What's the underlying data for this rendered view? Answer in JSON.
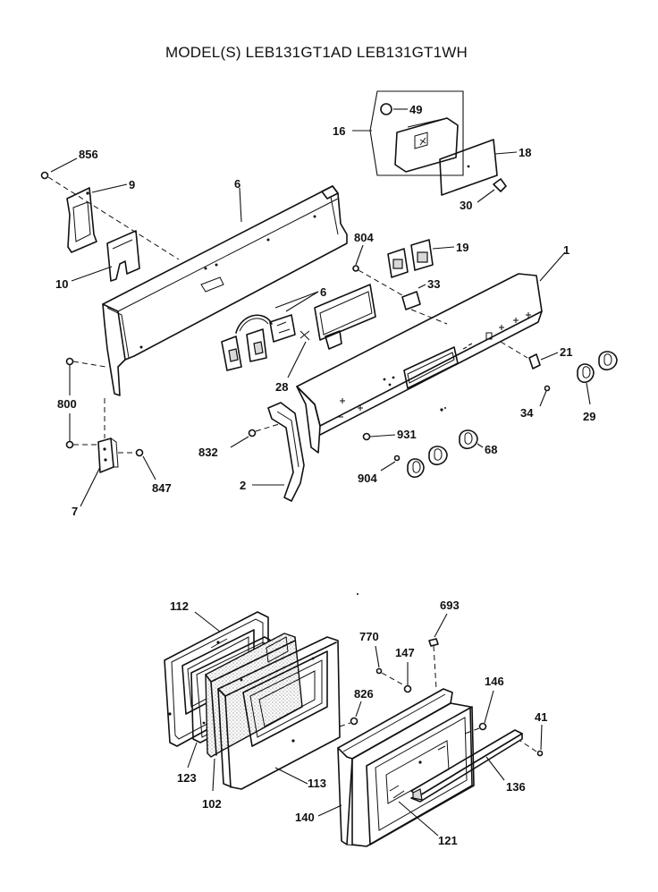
{
  "title": "MODEL(S) LEB131GT1AD  LEB131GT1WH",
  "labels": {
    "l856": "856",
    "l9": "9",
    "l6a": "6",
    "l10": "10",
    "l800": "800",
    "l7": "7",
    "l847": "847",
    "l49": "49",
    "l16": "16",
    "l18": "18",
    "l30": "30",
    "l804": "804",
    "l19": "19",
    "l1": "1",
    "l6b": "6",
    "l33": "33",
    "l28": "28",
    "l21": "21",
    "l34": "34",
    "l29": "29",
    "l931": "931",
    "l68": "68",
    "l832": "832",
    "l904": "904",
    "l2": "2",
    "l112": "112",
    "l693": "693",
    "l770": "770",
    "l147": "147",
    "l826": "826",
    "l146": "146",
    "l41": "41",
    "l123": "123",
    "l102": "102",
    "l113": "113",
    "l136": "136",
    "l140": "140",
    "l121": "121"
  }
}
